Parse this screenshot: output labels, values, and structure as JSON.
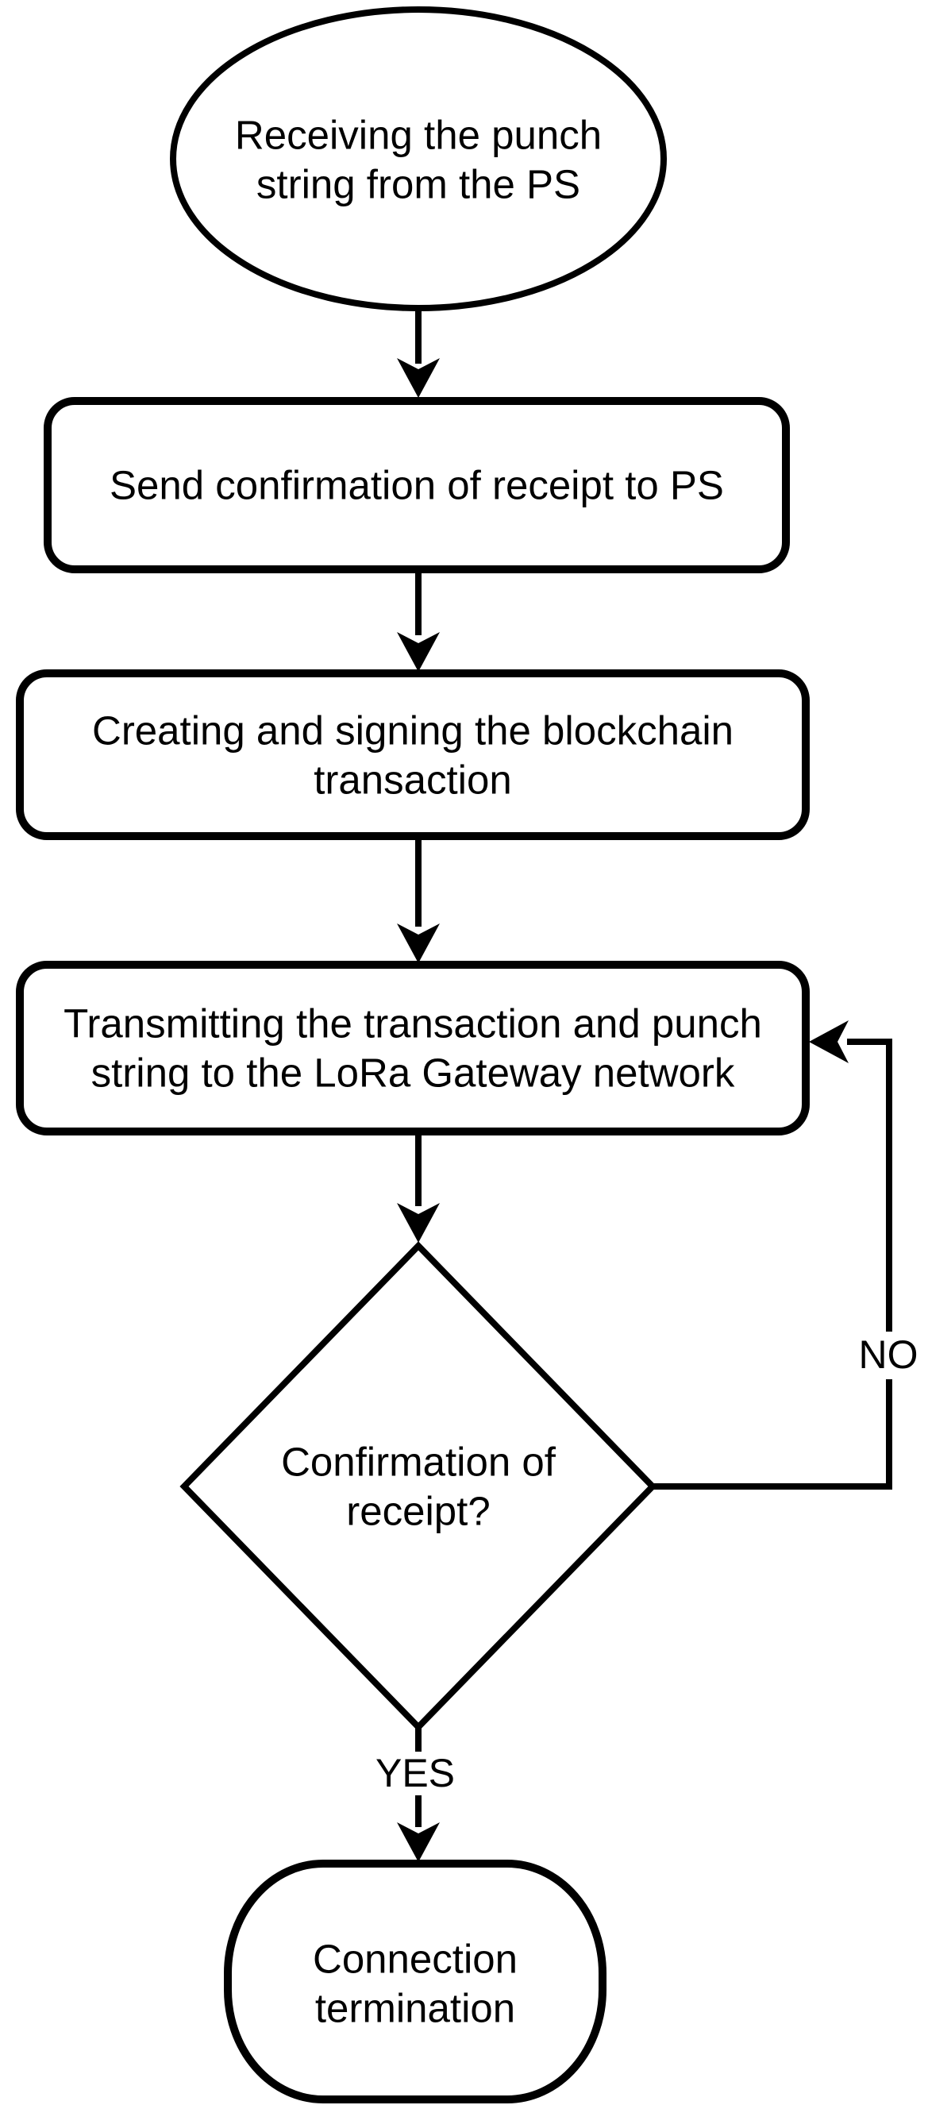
{
  "diagram": {
    "type": "flowchart",
    "colors": {
      "background": "#ffffff",
      "shape_fill": "#ffffff",
      "stroke": "#000000"
    },
    "nodes": {
      "start": {
        "shape": "ellipse",
        "lines": [
          "Receiving the punch",
          "string from the PS"
        ]
      },
      "send_confirmation": {
        "shape": "rounded-rectangle",
        "lines": [
          "Send confirmation of receipt to PS"
        ]
      },
      "create_sign": {
        "shape": "rounded-rectangle",
        "lines": [
          "Creating and signing the blockchain",
          "transaction"
        ]
      },
      "transmit": {
        "shape": "rounded-rectangle",
        "lines": [
          "Transmitting the transaction and punch",
          "string to the LoRa Gateway network"
        ]
      },
      "confirmation_decision": {
        "shape": "diamond",
        "lines": [
          "Confirmation of",
          "receipt?"
        ]
      },
      "termination": {
        "shape": "terminator",
        "lines": [
          "Connection",
          "termination"
        ]
      }
    },
    "edges": [
      {
        "from": "start",
        "to": "send_confirmation",
        "label": ""
      },
      {
        "from": "send_confirmation",
        "to": "create_sign",
        "label": ""
      },
      {
        "from": "create_sign",
        "to": "transmit",
        "label": ""
      },
      {
        "from": "transmit",
        "to": "confirmation_decision",
        "label": ""
      },
      {
        "from": "confirmation_decision",
        "to": "termination",
        "label": "YES"
      },
      {
        "from": "confirmation_decision",
        "to": "transmit",
        "label": "NO"
      }
    ]
  }
}
